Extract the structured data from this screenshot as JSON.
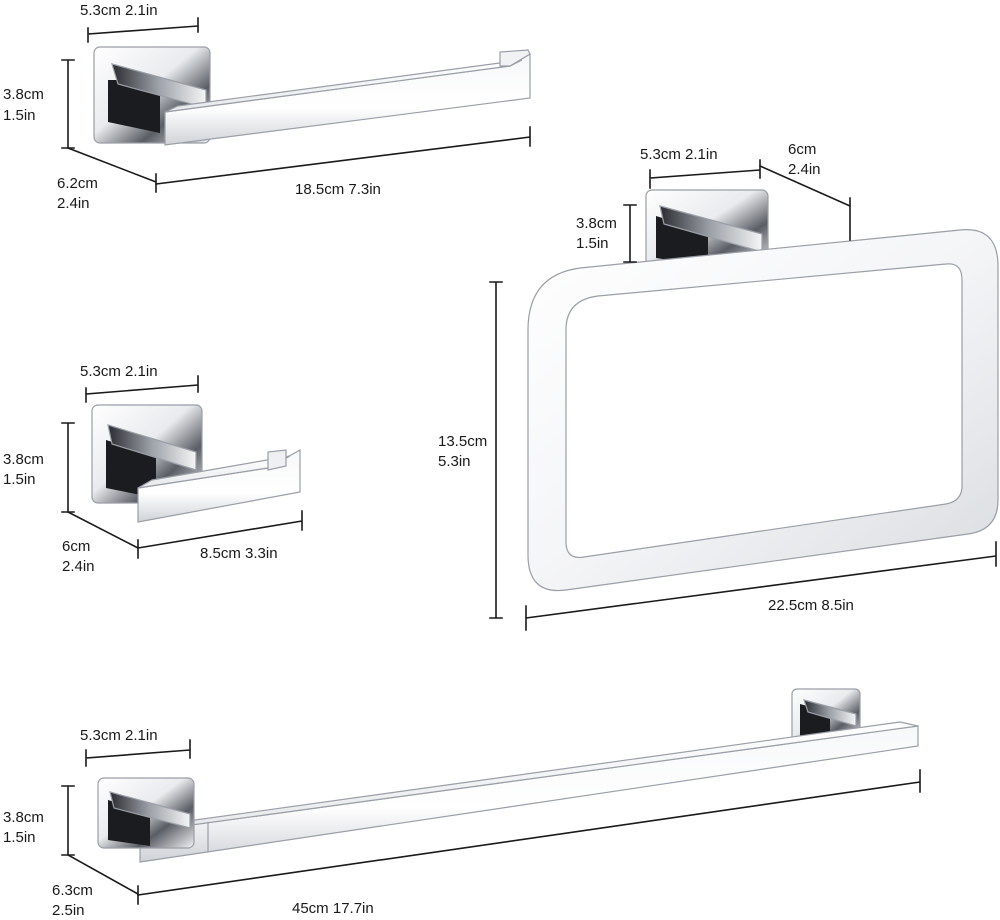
{
  "colors": {
    "background": "#ffffff",
    "dimension_line": "#1a1a1a",
    "chrome_light": "#ffffff",
    "chrome_mid": "#c9ccd2",
    "chrome_dark": "#1b1c20",
    "chrome_edge": "#9a9ea6"
  },
  "products": {
    "paper_holder": {
      "depth_top": "5.3cm 2.1in",
      "height_cm": "3.8cm",
      "height_in": "1.5in",
      "depth_cm": "6.2cm",
      "depth_in": "2.4in",
      "length": "18.5cm 7.3in"
    },
    "robe_hook": {
      "depth_top": "5.3cm 2.1in",
      "height_cm": "3.8cm",
      "height_in": "1.5in",
      "depth_cm": "6cm",
      "depth_in": "2.4in",
      "length": "8.5cm 3.3in"
    },
    "towel_ring": {
      "depth_top": "5.3cm 2.1in",
      "projection_cm": "6cm",
      "projection_in": "2.4in",
      "base_height_cm": "3.8cm",
      "base_height_in": "1.5in",
      "ring_height_cm": "13.5cm",
      "ring_height_in": "5.3in",
      "length": "22.5cm 8.5in"
    },
    "towel_bar": {
      "depth_top": "5.3cm 2.1in",
      "height_cm": "3.8cm",
      "height_in": "1.5in",
      "depth_cm": "6.3cm",
      "depth_in": "2.5in",
      "length": "45cm 17.7in"
    }
  }
}
